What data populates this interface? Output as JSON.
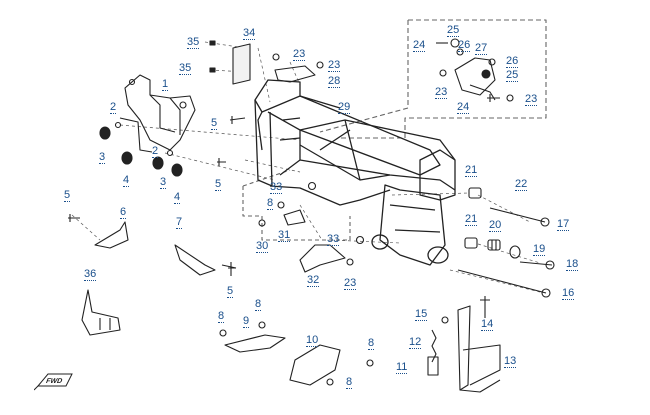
{
  "diagram": {
    "direction_badge": "FWD",
    "callouts": [
      {
        "id": "c35a",
        "num": "35"
      },
      {
        "id": "c34",
        "num": "34"
      },
      {
        "id": "c23a",
        "num": "23"
      },
      {
        "id": "c23b",
        "num": "23"
      },
      {
        "id": "c28",
        "num": "28"
      },
      {
        "id": "c35b",
        "num": "35"
      },
      {
        "id": "c1",
        "num": "1"
      },
      {
        "id": "c2a",
        "num": "2"
      },
      {
        "id": "c29",
        "num": "29"
      },
      {
        "id": "c5a",
        "num": "5"
      },
      {
        "id": "c3a",
        "num": "3"
      },
      {
        "id": "c2b",
        "num": "2"
      },
      {
        "id": "c3b",
        "num": "3"
      },
      {
        "id": "c4a",
        "num": "4"
      },
      {
        "id": "c4b",
        "num": "4"
      },
      {
        "id": "c5b",
        "num": "5"
      },
      {
        "id": "c33a",
        "num": "33"
      },
      {
        "id": "c8a",
        "num": "8"
      },
      {
        "id": "c5c",
        "num": "5"
      },
      {
        "id": "c6",
        "num": "6"
      },
      {
        "id": "c7",
        "num": "7"
      },
      {
        "id": "c30",
        "num": "30"
      },
      {
        "id": "c31",
        "num": "31"
      },
      {
        "id": "c33b",
        "num": "33"
      },
      {
        "id": "c32",
        "num": "32"
      },
      {
        "id": "c23c",
        "num": "23"
      },
      {
        "id": "c36",
        "num": "36"
      },
      {
        "id": "c5d",
        "num": "5"
      },
      {
        "id": "c8b",
        "num": "8"
      },
      {
        "id": "c8c",
        "num": "8"
      },
      {
        "id": "c9",
        "num": "9"
      },
      {
        "id": "c10",
        "num": "10"
      },
      {
        "id": "c8d",
        "num": "8"
      },
      {
        "id": "c8e",
        "num": "8"
      },
      {
        "id": "c25a",
        "num": "25"
      },
      {
        "id": "c24a",
        "num": "24"
      },
      {
        "id": "c26a",
        "num": "26"
      },
      {
        "id": "c27",
        "num": "27"
      },
      {
        "id": "c26b",
        "num": "26"
      },
      {
        "id": "c25b",
        "num": "25"
      },
      {
        "id": "c23d",
        "num": "23"
      },
      {
        "id": "c24b",
        "num": "24"
      },
      {
        "id": "c23e",
        "num": "23"
      },
      {
        "id": "c21a",
        "num": "21"
      },
      {
        "id": "c22",
        "num": "22"
      },
      {
        "id": "c21b",
        "num": "21"
      },
      {
        "id": "c20",
        "num": "20"
      },
      {
        "id": "c17",
        "num": "17"
      },
      {
        "id": "c19",
        "num": "19"
      },
      {
        "id": "c18",
        "num": "18"
      },
      {
        "id": "c16",
        "num": "16"
      },
      {
        "id": "c15",
        "num": "15"
      },
      {
        "id": "c14",
        "num": "14"
      },
      {
        "id": "c12",
        "num": "12"
      },
      {
        "id": "c11",
        "num": "11"
      },
      {
        "id": "c13",
        "num": "13"
      }
    ]
  }
}
